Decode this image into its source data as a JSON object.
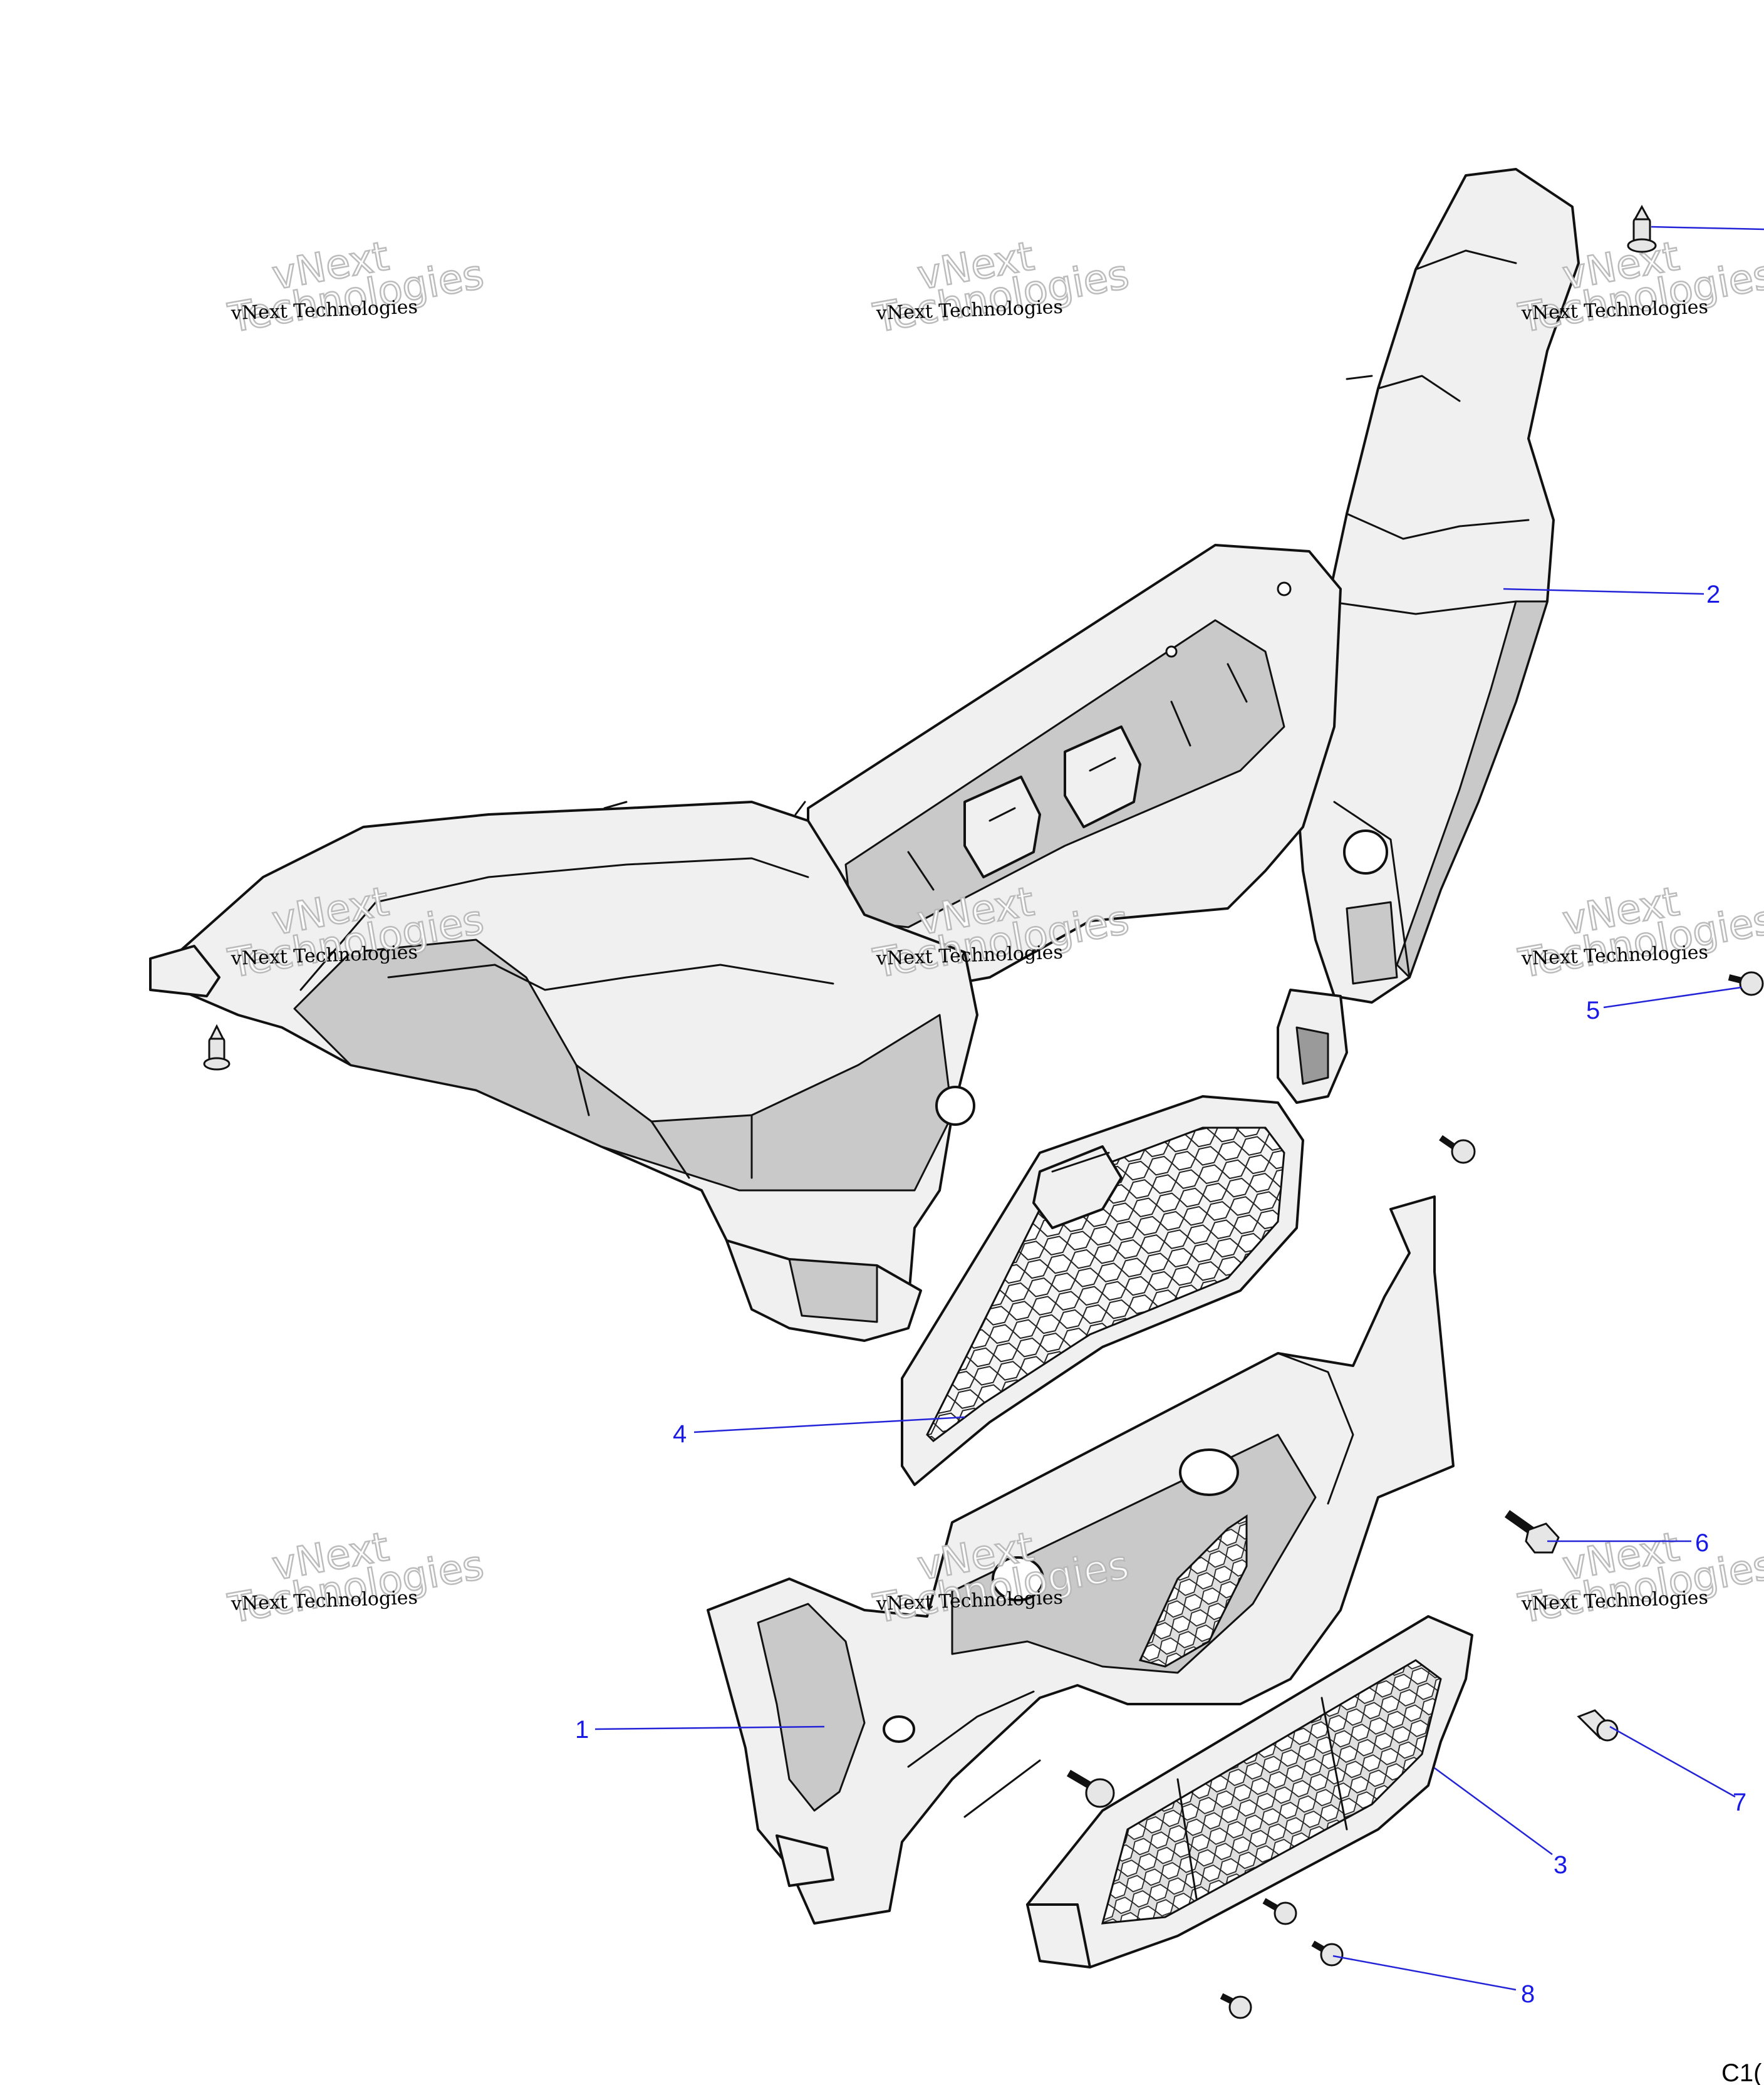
{
  "watermark": {
    "line1": "vNext Technologies",
    "line2": "vNext",
    "line3": "Technologies"
  },
  "callouts": [
    {
      "id": "1",
      "label": "1"
    },
    {
      "id": "2",
      "label": "2"
    },
    {
      "id": "3",
      "label": "3"
    },
    {
      "id": "4",
      "label": "4"
    },
    {
      "id": "5",
      "label": "5"
    },
    {
      "id": "6",
      "label": "6"
    },
    {
      "id": "7",
      "label": "7"
    },
    {
      "id": "8",
      "label": "8"
    }
  ],
  "figure_code": "C1("
}
